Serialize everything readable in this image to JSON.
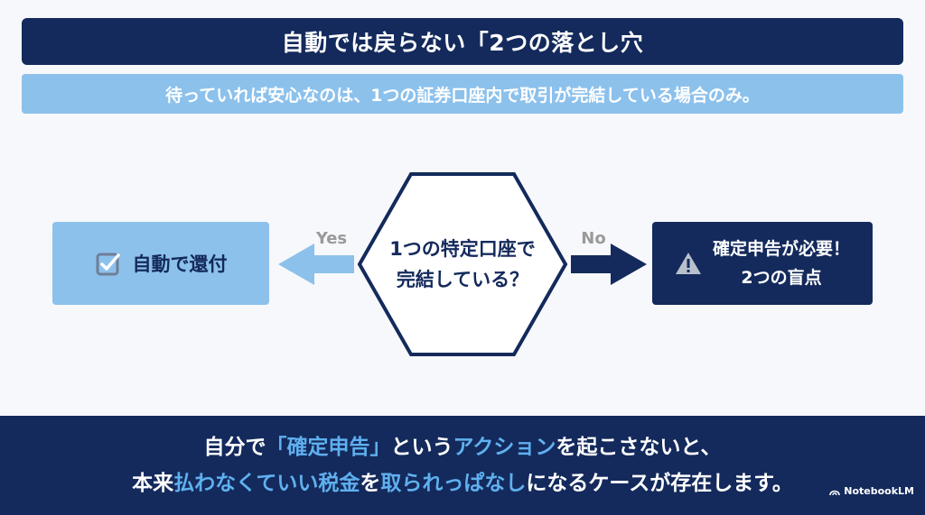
{
  "title": "自動では戻らない「2つの落とし穴",
  "subtitle": "待っていれば安心なのは、1つの証券口座内で取引が完結している場合のみ。",
  "decision": {
    "line1": "1つの特定口座で",
    "line2": "完結している？"
  },
  "yes_label": "Yes",
  "no_label": "No",
  "left_box": {
    "text": "自動で還付",
    "icon": "checkbox-icon"
  },
  "right_box": {
    "line1": "確定申告が必要！",
    "line2": "2つの盲点",
    "icon": "warning-icon"
  },
  "footer": {
    "line1": [
      {
        "text": "自分で",
        "hl": false
      },
      {
        "text": "「確定申告」",
        "hl": true
      },
      {
        "text": "という",
        "hl": false
      },
      {
        "text": "アクション",
        "hl": true
      },
      {
        "text": "を起こさないと、",
        "hl": false
      }
    ],
    "line2": [
      {
        "text": "本来",
        "hl": false
      },
      {
        "text": "払わなくていい税金",
        "hl": true
      },
      {
        "text": "を",
        "hl": false
      },
      {
        "text": "取られっぱなし",
        "hl": true
      },
      {
        "text": "になるケースが存在します。",
        "hl": false
      }
    ]
  },
  "brand": "NotebookLM",
  "colors": {
    "navy": "#142a5c",
    "light_blue": "#8cc1ec",
    "highlight": "#5fb0ef",
    "background": "#f7f8fb"
  }
}
